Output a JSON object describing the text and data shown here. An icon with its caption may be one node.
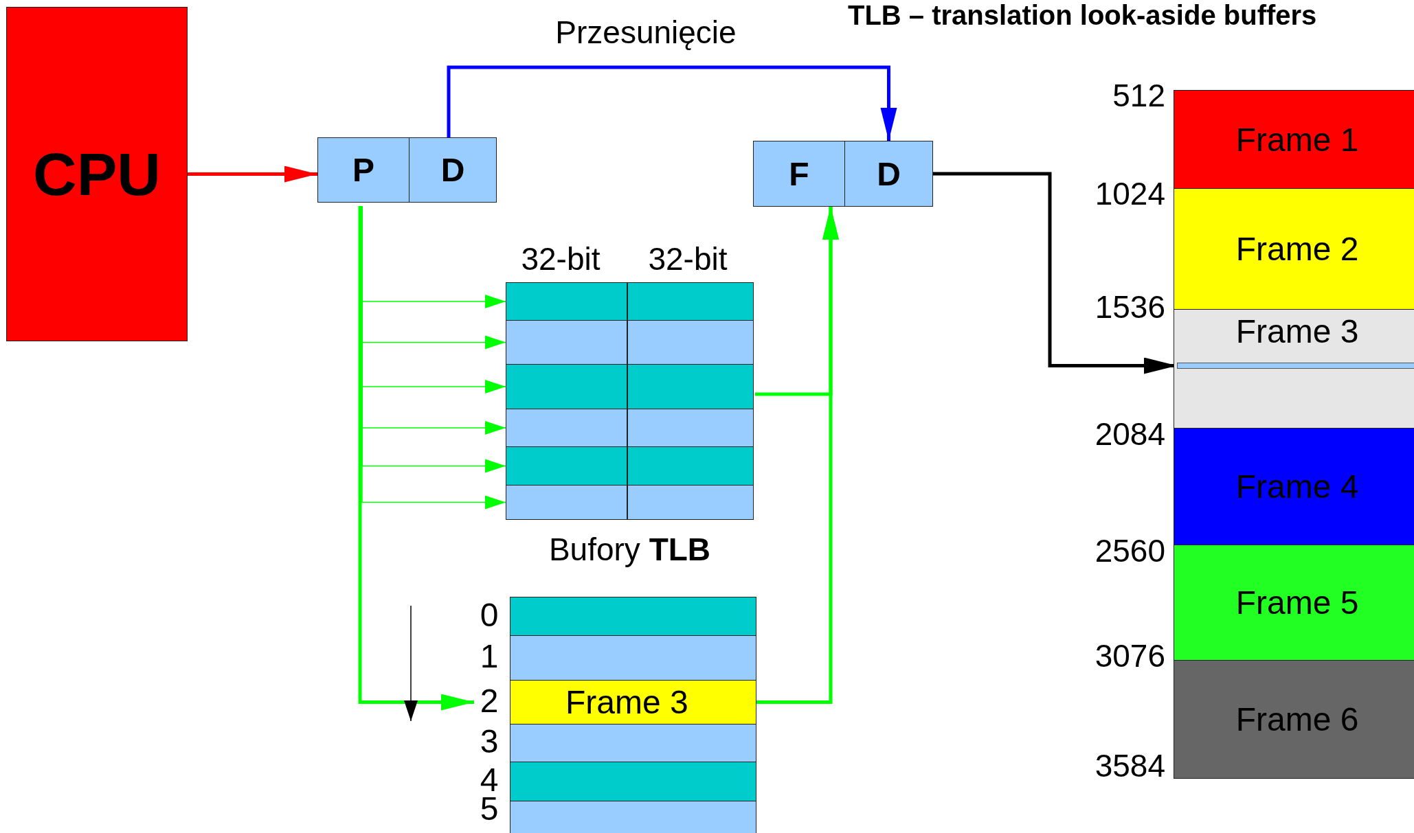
{
  "diagram": {
    "title": "TLB – translation look-aside buffers",
    "nodes": [
      {
        "text": [
          "CPU"
        ]
      },
      {
        "text": [
          "P"
        ]
      },
      {
        "text": [
          "D"
        ]
      },
      {
        "text": [
          "F"
        ]
      },
      {
        "text": [
          "D"
        ]
      },
      {
        "text": [
          "Bufory **TLB**"
        ]
      },
      {
        "text": [],
        "shape": "bar",
        "in": 5
      },
      {
        "text": [],
        "shape": "bar",
        "in": 5
      },
      {
        "text": [],
        "shape": "bar",
        "in": 5
      },
      {
        "text": [],
        "shape": "bar",
        "in": 5
      },
      {
        "text": [],
        "shape": "bar",
        "in": 5
      },
      {
        "text": [],
        "shape": "bar",
        "in": 5
      },
      {
        "text": [],
        "shape": "bar",
        "beside": [
          "0"
        ]
      },
      {
        "text": [],
        "shape": "bar",
        "beside": [
          "1"
        ]
      },
      {
        "text": [
          "Frame 3"
        ],
        "beside": [
          "2"
        ]
      },
      {
        "text": [],
        "shape": "bar",
        "beside": [
          "3"
        ]
      },
      {
        "text": [],
        "shape": "bar",
        "beside": [
          "4"
        ]
      },
      {
        "text": [],
        "shape": "bar",
        "beside": [
          "5"
        ]
      },
      {
        "text": [
          "Frame 1"
        ]
      },
      {
        "text": [
          "Frame 2"
        ]
      },
      {
        "text": [
          "Frame 3"
        ]
      },
      {
        "text": [
          "Frame 4"
        ]
      },
      {
        "text": [
          "Frame 5"
        ]
      },
      {
        "text": [
          "Frame 6"
        ]
      },
      {
        "text": [],
        "shape": "bar",
        "in": 20
      }
    ],
    "edges": [
      {
        "from": 0,
        "to": 1,
        "arrow": "to",
        "style": "thick",
        "color": "#ff0000"
      },
      {
        "from": 2,
        "to": 4,
        "arrow": "to",
        "style": "thick",
        "color": "#0000ff",
        "label": "Przesunięcie"
      },
      {
        "from": 1,
        "to": 6,
        "arrow": "to"
      },
      {
        "from": 1,
        "to": 7,
        "arrow": "to"
      },
      {
        "from": 1,
        "to": 8,
        "arrow": "to"
      },
      {
        "from": 1,
        "to": 9,
        "arrow": "to"
      },
      {
        "from": 1,
        "to": 10,
        "arrow": "to"
      },
      {
        "from": 1,
        "to": 11,
        "arrow": "to"
      },
      {
        "from": 5,
        "to": 3,
        "arrow": "to",
        "style": "thick"
      },
      {
        "from": 1,
        "to": 14,
        "arrow": "to",
        "style": "thick"
      },
      {
        "from": 14,
        "to": 3,
        "arrow": "to",
        "style": "thick"
      },
      {
        "from": 4,
        "to": 24,
        "arrow": "to",
        "style": "thick",
        "color": "#000000"
      }
    ],
    "labels": [
      "32-bit",
      "32-bit",
      "512",
      "1024",
      "1536",
      "2084",
      "2560",
      "3076",
      "3584"
    ]
  }
}
